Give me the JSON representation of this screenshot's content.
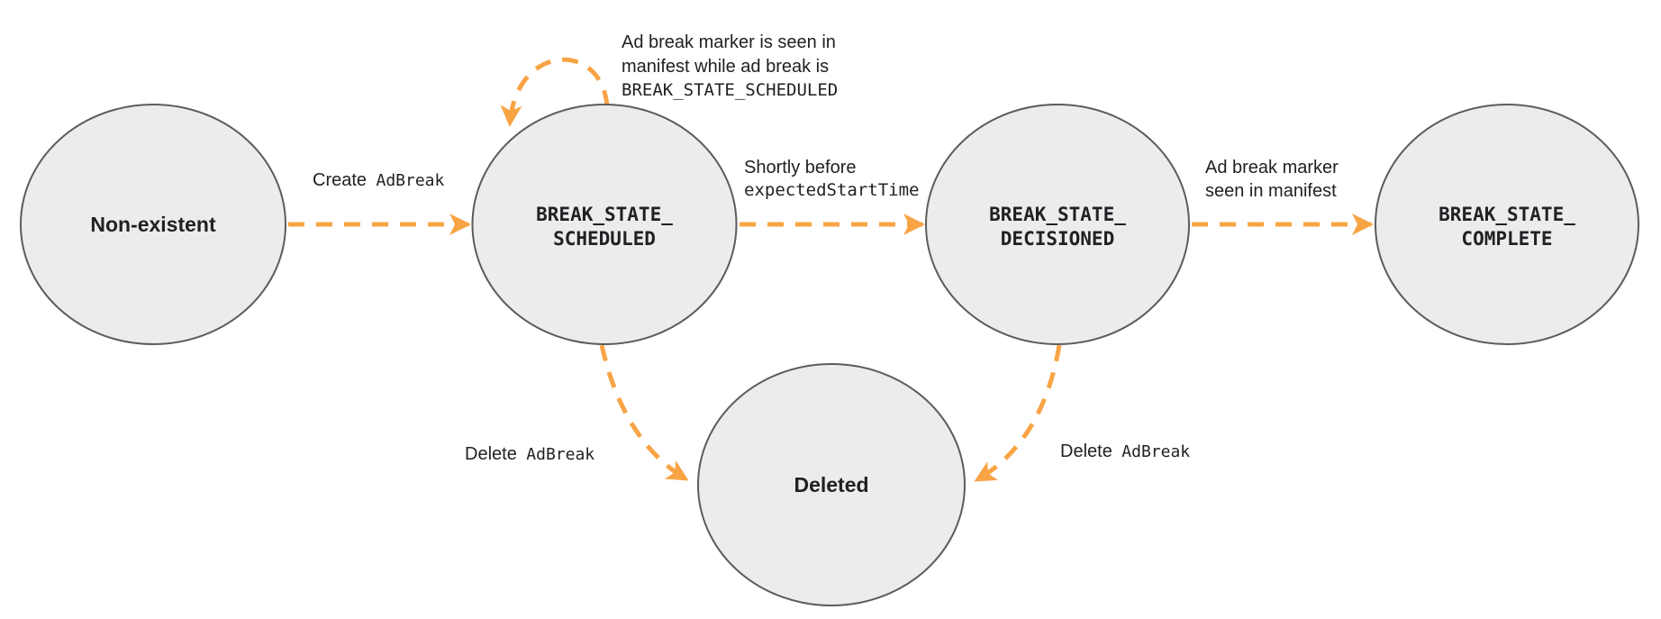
{
  "colors": {
    "arrow": "#F8A445",
    "node_fill": "#ECECEC",
    "node_stroke": "#5C5C5C",
    "text": "#202124"
  },
  "states": {
    "non_existent": {
      "label": "Non-existent"
    },
    "scheduled": {
      "line1": "BREAK_STATE_",
      "line2": "SCHEDULED"
    },
    "decisioned": {
      "line1": "BREAK_STATE_",
      "line2": "DECISIONED"
    },
    "complete": {
      "line1": "BREAK_STATE_",
      "line2": "COMPLETE"
    },
    "deleted": {
      "label": "Deleted"
    }
  },
  "edges": {
    "create": {
      "sans": "Create",
      "mono": "AdBreak"
    },
    "self_loop": {
      "line1": "Ad break marker is seen in",
      "line2": "manifest while ad break is",
      "line3": "BREAK_STATE_SCHEDULED"
    },
    "decision": {
      "line1": "Shortly before",
      "line2": "expectedStartTime"
    },
    "complete": {
      "line1": "Ad break marker",
      "line2": "seen in manifest"
    },
    "delete_scheduled": {
      "sans": "Delete",
      "mono": "AdBreak"
    },
    "delete_decisioned": {
      "sans": "Delete",
      "mono": "AdBreak"
    }
  }
}
